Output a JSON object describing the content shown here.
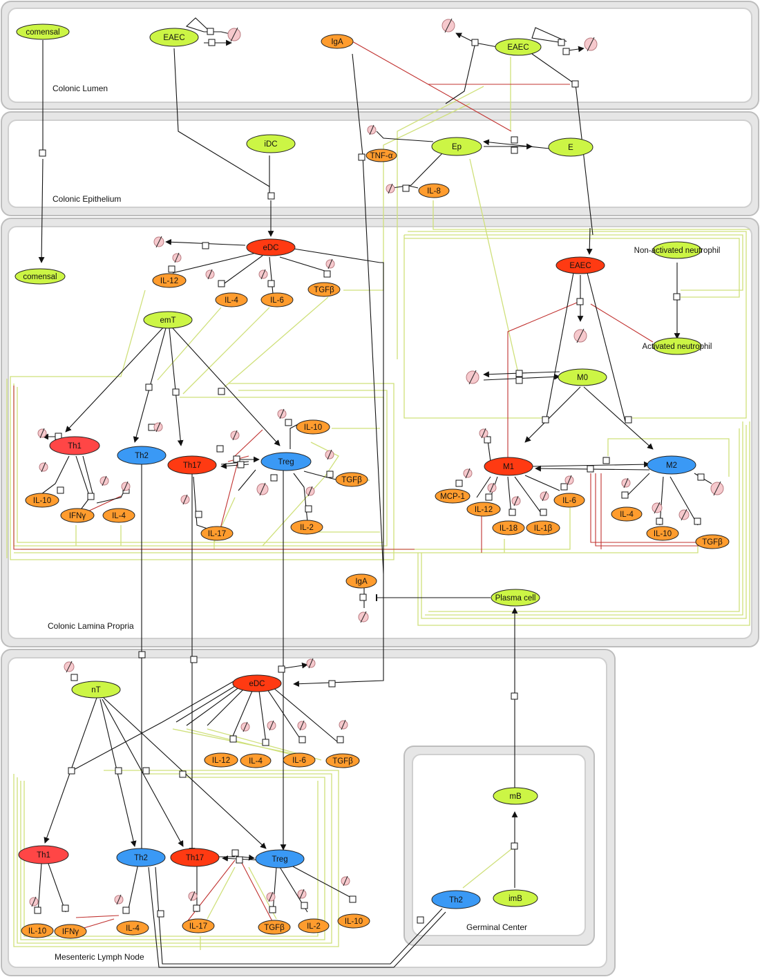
{
  "colors": {
    "green": "#ccf545",
    "red": "#ff3a12",
    "red_light": "#ff4646",
    "blue": "#3a99f5",
    "orange": "#ff9c2e",
    "sink": "#f6c9cd",
    "edge_black": "#111111",
    "edge_yellowgreen": "#cfe07a",
    "edge_red": "#c0302e"
  },
  "compartments": [
    {
      "id": "lumen",
      "label": "Colonic Lumen"
    },
    {
      "id": "epith",
      "label": "Colonic Epithelium"
    },
    {
      "id": "lamina",
      "label": "Colonic Lamina Propria"
    },
    {
      "id": "lymph",
      "label": "Mesenteric Lymph Node"
    },
    {
      "id": "germinal",
      "label": "Germinal Center"
    }
  ],
  "nodes": [
    {
      "id": "comensal_lumen",
      "label": "comensal",
      "color": "green"
    },
    {
      "id": "eaec_lumen1",
      "label": "EAEC",
      "color": "green"
    },
    {
      "id": "iga_lumen",
      "label": "IgA",
      "color": "orange"
    },
    {
      "id": "eaec_lumen2",
      "label": "EAEC",
      "color": "green"
    },
    {
      "id": "idc",
      "label": "iDC",
      "color": "green"
    },
    {
      "id": "ep",
      "label": "Ep",
      "color": "green"
    },
    {
      "id": "e",
      "label": "E",
      "color": "green"
    },
    {
      "id": "tnfa",
      "label": "TNF-α",
      "color": "orange"
    },
    {
      "id": "il8",
      "label": "IL-8",
      "color": "orange"
    },
    {
      "id": "comensal_lp",
      "label": "comensal",
      "color": "green"
    },
    {
      "id": "edc_lp",
      "label": "eDC",
      "color": "red"
    },
    {
      "id": "il12_lp",
      "label": "IL-12",
      "color": "orange"
    },
    {
      "id": "il4_lp",
      "label": "IL-4",
      "color": "orange"
    },
    {
      "id": "il6_lp",
      "label": "IL-6",
      "color": "orange"
    },
    {
      "id": "tgfb_lp",
      "label": "TGFβ",
      "color": "orange"
    },
    {
      "id": "emt",
      "label": "emT",
      "color": "green"
    },
    {
      "id": "th1_lp",
      "label": "Th1",
      "color": "red_light"
    },
    {
      "id": "th2_lp",
      "label": "Th2",
      "color": "blue"
    },
    {
      "id": "th17_lp",
      "label": "Th17",
      "color": "red"
    },
    {
      "id": "treg_lp",
      "label": "Treg",
      "color": "blue"
    },
    {
      "id": "il10_lp_treg",
      "label": "IL-10",
      "color": "orange"
    },
    {
      "id": "tgfb_lp_treg",
      "label": "TGFβ",
      "color": "orange"
    },
    {
      "id": "il10_lp_th1",
      "label": "IL-10",
      "color": "orange"
    },
    {
      "id": "ifng_lp",
      "label": "IFNγ",
      "color": "orange"
    },
    {
      "id": "il4_lp_th",
      "label": "IL-4",
      "color": "orange"
    },
    {
      "id": "il17_lp",
      "label": "IL-17",
      "color": "orange"
    },
    {
      "id": "il2_lp",
      "label": "IL-2",
      "color": "orange"
    },
    {
      "id": "eaec_lp",
      "label": "EAEC",
      "color": "red"
    },
    {
      "id": "nan",
      "label": "Non-activated neutrophil",
      "color": "green"
    },
    {
      "id": "an",
      "label": "Activated neutrophil",
      "color": "green"
    },
    {
      "id": "m0",
      "label": "M0",
      "color": "green"
    },
    {
      "id": "m1",
      "label": "M1",
      "color": "red"
    },
    {
      "id": "m2",
      "label": "M2",
      "color": "blue"
    },
    {
      "id": "mcp1",
      "label": "MCP-1",
      "color": "orange"
    },
    {
      "id": "il12_m1",
      "label": "IL-12",
      "color": "orange"
    },
    {
      "id": "il18",
      "label": "IL-18",
      "color": "orange"
    },
    {
      "id": "il1b",
      "label": "IL-1β",
      "color": "orange"
    },
    {
      "id": "il6_m1",
      "label": "IL-6",
      "color": "orange"
    },
    {
      "id": "il4_m2",
      "label": "IL-4",
      "color": "orange"
    },
    {
      "id": "il10_m2",
      "label": "IL-10",
      "color": "orange"
    },
    {
      "id": "tgfb_m2",
      "label": "TGFβ",
      "color": "orange"
    },
    {
      "id": "iga_lp",
      "label": "IgA",
      "color": "orange"
    },
    {
      "id": "plasma",
      "label": "Plasma cell",
      "color": "green"
    },
    {
      "id": "nt",
      "label": "nT",
      "color": "green"
    },
    {
      "id": "edc_ln",
      "label": "eDC",
      "color": "red"
    },
    {
      "id": "il12_ln",
      "label": "IL-12",
      "color": "orange"
    },
    {
      "id": "il4_ln",
      "label": "IL-4",
      "color": "orange"
    },
    {
      "id": "il6_ln",
      "label": "IL-6",
      "color": "orange"
    },
    {
      "id": "tgfb_ln",
      "label": "TGFβ",
      "color": "orange"
    },
    {
      "id": "th1_ln",
      "label": "Th1",
      "color": "red_light"
    },
    {
      "id": "th2_ln",
      "label": "Th2",
      "color": "blue"
    },
    {
      "id": "th17_ln",
      "label": "Th17",
      "color": "red"
    },
    {
      "id": "treg_ln",
      "label": "Treg",
      "color": "blue"
    },
    {
      "id": "il10_ln_th1",
      "label": "IL-10",
      "color": "orange"
    },
    {
      "id": "ifng_ln",
      "label": "IFNγ",
      "color": "orange"
    },
    {
      "id": "il4_ln_th",
      "label": "IL-4",
      "color": "orange"
    },
    {
      "id": "il17_ln",
      "label": "IL-17",
      "color": "orange"
    },
    {
      "id": "tgfb_ln_treg",
      "label": "TGFβ",
      "color": "orange"
    },
    {
      "id": "il2_ln",
      "label": "IL-2",
      "color": "orange"
    },
    {
      "id": "il10_ln_treg",
      "label": "IL-10",
      "color": "orange"
    },
    {
      "id": "mb",
      "label": "mB",
      "color": "green"
    },
    {
      "id": "imb",
      "label": "imB",
      "color": "green"
    },
    {
      "id": "th2_gc",
      "label": "Th2",
      "color": "blue"
    }
  ]
}
